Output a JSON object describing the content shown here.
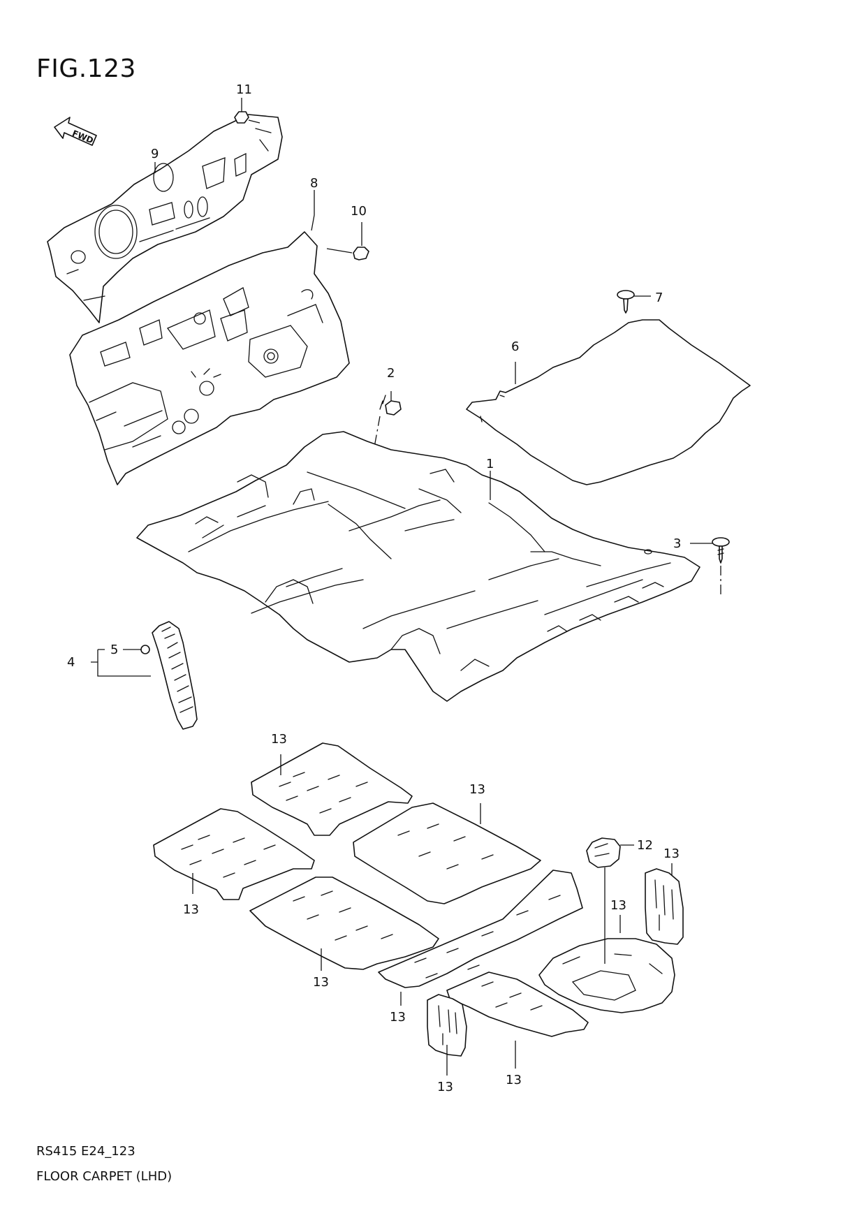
{
  "figure_title": "FIG.123",
  "footer": {
    "code": "RS415 E24_123",
    "title": "FLOOR CARPET (LHD)"
  },
  "fwd_label": "FWD",
  "callouts": {
    "c1": "1",
    "c2": "2",
    "c3": "3",
    "c4": "4",
    "c5": "5",
    "c6": "6",
    "c7": "7",
    "c8": "8",
    "c9": "9",
    "c10": "10",
    "c11": "11",
    "c12": "12",
    "c13": "13"
  },
  "colors": {
    "line": "#111111",
    "background": "#ffffff"
  }
}
